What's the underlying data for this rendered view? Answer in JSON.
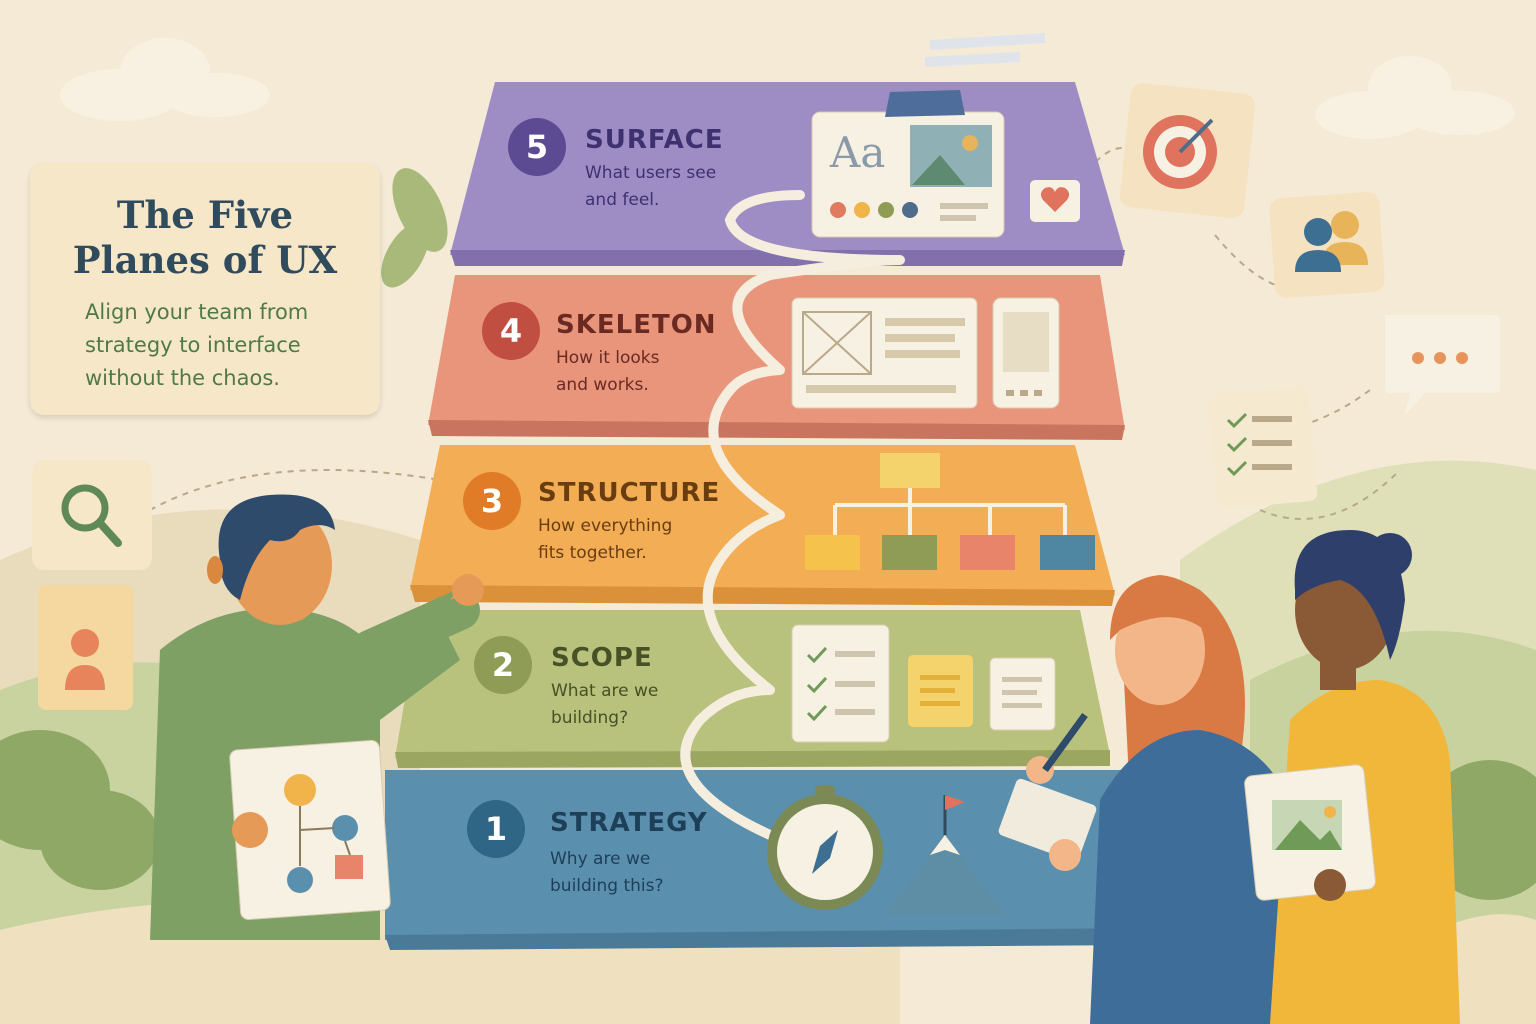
{
  "title": {
    "line1": "The Five",
    "line2": "Planes of UX",
    "subtitle_lines": [
      "Align your team from",
      "strategy to interface",
      "without the chaos."
    ]
  },
  "planes": [
    {
      "number": "5",
      "name": "SURFACE",
      "desc1": "What users see",
      "desc2": "and feel.",
      "color": "#9e8cc4",
      "badge_color": "#5c4a92",
      "text_color": "#3d3170"
    },
    {
      "number": "4",
      "name": "SKELETON",
      "desc1": "How it looks",
      "desc2": "and works.",
      "color": "#e8957c",
      "badge_color": "#c14f41",
      "text_color": "#6a2a22"
    },
    {
      "number": "3",
      "name": "STRUCTURE",
      "desc1": "How everything",
      "desc2": "fits together.",
      "color": "#f2ad55",
      "badge_color": "#e07b28",
      "text_color": "#6a3d10"
    },
    {
      "number": "2",
      "name": "SCOPE",
      "desc1": "What are we",
      "desc2": "building?",
      "color": "#b8c27c",
      "badge_color": "#8e9c55",
      "text_color": "#465125"
    },
    {
      "number": "1",
      "name": "STRATEGY",
      "desc1": "Why are we",
      "desc2": "building this?",
      "color": "#5b8fae",
      "badge_color": "#2f6686",
      "text_color": "#1d3f58"
    }
  ],
  "surface_specimen": "Aa",
  "icons": [
    "search-icon",
    "user-icon",
    "target-icon",
    "people-icon",
    "chat-bubble-icon",
    "checklist-icon",
    "flowchart-icon",
    "compass-icon",
    "flag-icon",
    "heart-icon",
    "image-icon"
  ]
}
